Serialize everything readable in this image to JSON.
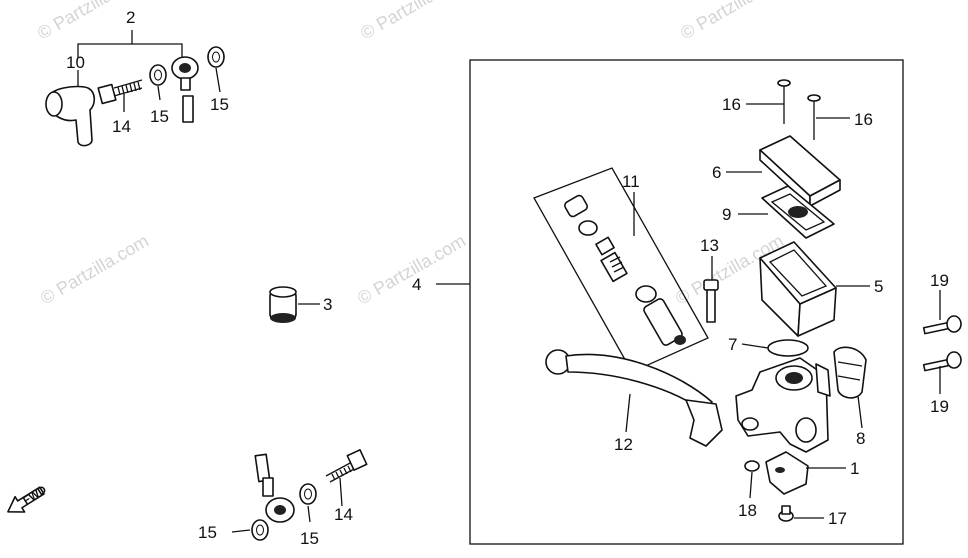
{
  "watermark": "© Partzilla.com",
  "direction_label": "FWD",
  "callouts": {
    "c1": "1",
    "c2": "2",
    "c3": "3",
    "c4": "4",
    "c5": "5",
    "c6": "6",
    "c7": "7",
    "c8": "8",
    "c9": "9",
    "c10": "10",
    "c11": "11",
    "c12": "12",
    "c13": "13",
    "c14a": "14",
    "c14b": "14",
    "c15a": "15",
    "c15b": "15",
    "c15c": "15",
    "c15d": "15",
    "c16a": "16",
    "c16b": "16",
    "c17": "17",
    "c18": "18",
    "c19a": "19",
    "c19b": "19"
  },
  "colors": {
    "ink": "#111111",
    "watermark": "#d4d4d4",
    "paper": "#ffffff"
  }
}
